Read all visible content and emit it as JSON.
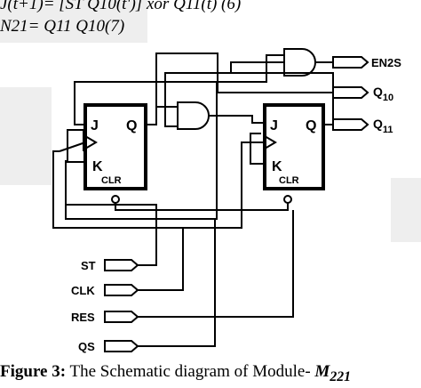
{
  "equations": {
    "line1": "J(t+1)= [ST Q10(t')] xor Q11(t) (6)",
    "line2": "N21= Q11 Q10(7)"
  },
  "flipflops": [
    {
      "j": "J",
      "q": "Q",
      "k": "K",
      "clr": "CLR"
    },
    {
      "j": "J",
      "q": "Q",
      "k": "K",
      "clr": "CLR"
    }
  ],
  "outputs": [
    {
      "base": "EN2S",
      "sub": ""
    },
    {
      "base": "Q",
      "sub": "10"
    },
    {
      "base": "Q",
      "sub": "11"
    }
  ],
  "inputs": [
    "ST",
    "CLK",
    "RES",
    "QS"
  ],
  "caption": {
    "prefix": "Figure 3:",
    "text": " The Schematic diagram of Module- ",
    "module": "M",
    "module_sub": "221"
  },
  "colors": {
    "panel": "#eeeeee",
    "ink": "#000000"
  }
}
